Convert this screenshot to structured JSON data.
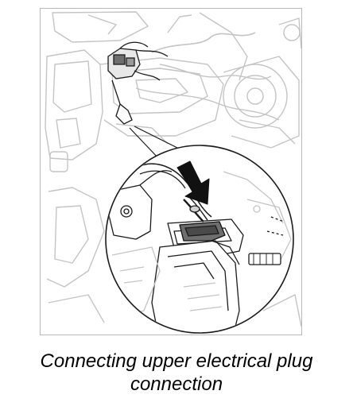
{
  "caption": {
    "line1": "Connecting upper electrical plug",
    "line2": "connection"
  },
  "colors": {
    "line_light": "#c4c4c4",
    "line_dark": "#1a1a1a",
    "part_fill": "#6e6e6e",
    "arrow": "#111111"
  },
  "icons": [
    "down-arrow-icon",
    "magnifier-callout"
  ]
}
